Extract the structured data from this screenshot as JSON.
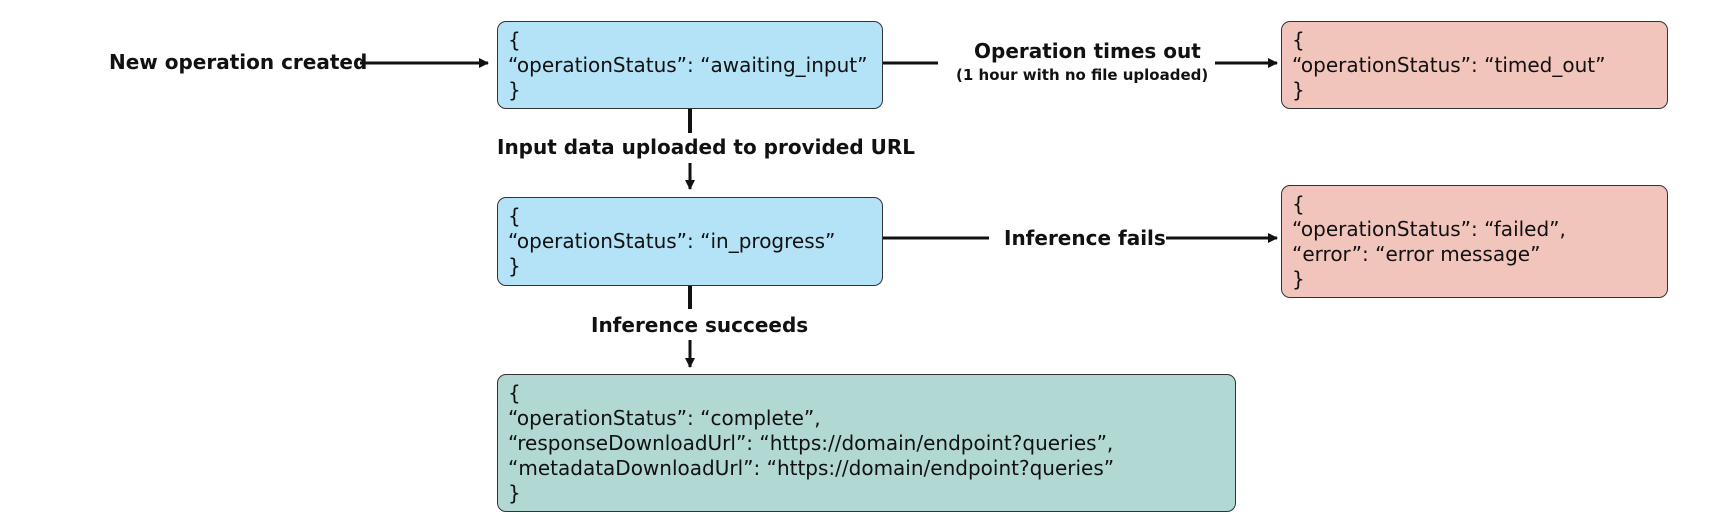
{
  "start_label": "New operation created",
  "states": {
    "awaiting": {
      "lines": [
        "{",
        "“operationStatus”: “awaiting_input”",
        "}"
      ]
    },
    "timed_out": {
      "lines": [
        "{",
        "“operationStatus”: “timed_out”",
        "}"
      ]
    },
    "in_progress": {
      "lines": [
        "{",
        "“operationStatus”: “in_progress”",
        "}"
      ]
    },
    "failed": {
      "lines": [
        "{",
        "“operationStatus”: “failed”,",
        "“error”: “error message”",
        "}"
      ]
    },
    "complete": {
      "lines": [
        "{",
        "“operationStatus”: “complete”,",
        "“responseDownloadUrl”: “https://domain/endpoint?queries”,",
        "“metadataDownloadUrl”: “https://domain/endpoint?queries”",
        "}"
      ]
    }
  },
  "transitions": {
    "timeout": {
      "label": "Operation times out",
      "sublabel": "(1 hour with no file uploaded)"
    },
    "upload": {
      "label": "Input data uploaded to provided URL"
    },
    "fail": {
      "label": "Inference fails"
    },
    "success": {
      "label": "Inference succeeds"
    }
  },
  "colors": {
    "waiting": "#b4e2f7",
    "error": "#f2c5bc",
    "success": "#b1d8d3",
    "line": "#111111"
  }
}
